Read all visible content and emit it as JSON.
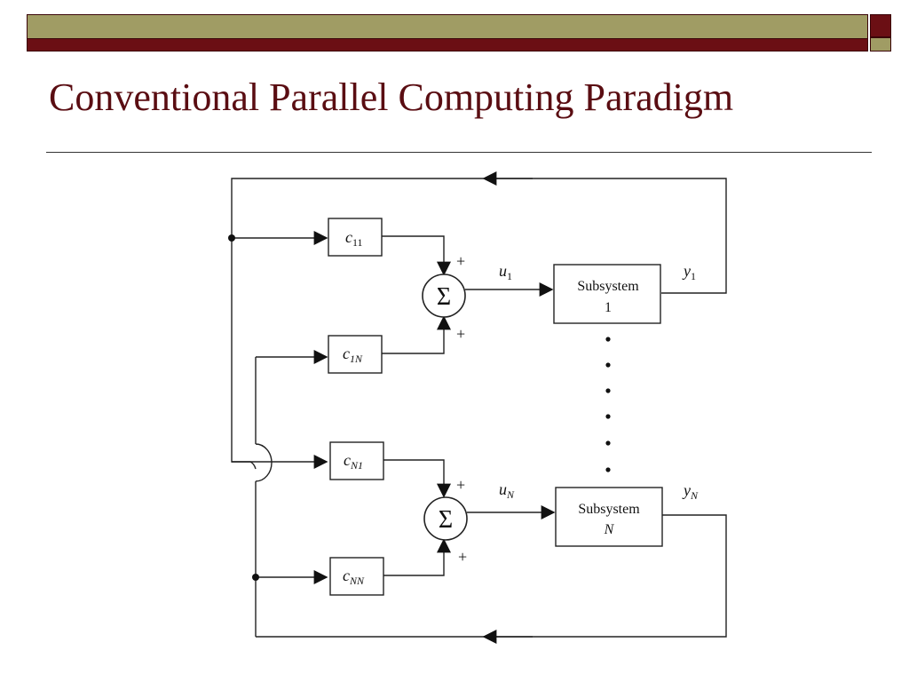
{
  "title": "Conventional Parallel Computing Paradigm",
  "diagram": {
    "gains": {
      "c11": {
        "base": "c",
        "sub": "11"
      },
      "c1N": {
        "base": "c",
        "sub": "1N"
      },
      "cN1": {
        "base": "c",
        "sub": "N1"
      },
      "cNN": {
        "base": "c",
        "sub": "NN"
      }
    },
    "summer_symbol": "Σ",
    "plus": "+",
    "inputs": {
      "u1": {
        "base": "u",
        "sub": "1"
      },
      "uN": {
        "base": "u",
        "sub": "N"
      }
    },
    "outputs": {
      "y1": {
        "base": "y",
        "sub": "1"
      },
      "yN": {
        "base": "y",
        "sub": "N"
      }
    },
    "subsystem1": {
      "line1": "Subsystem",
      "line2": "1"
    },
    "subsystemN": {
      "line1": "Subsystem",
      "line2": "N"
    }
  }
}
